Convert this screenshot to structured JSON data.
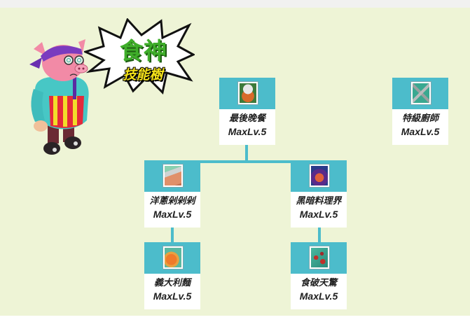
{
  "header": {
    "title_main": "食神",
    "title_sub": "技能樹"
  },
  "colors": {
    "background": "#eef4d6",
    "node_header": "#4cbccb",
    "connector": "#4cbccb",
    "title_green": "#3fae2a",
    "title_yellow": "#f4e21a"
  },
  "skills": [
    {
      "name": "最後晚餐",
      "level": "MaxLv.5",
      "icon": "roast-meal-icon"
    },
    {
      "name": "特級廚師",
      "level": "MaxLv.5",
      "icon": "crossed-utensils-icon"
    },
    {
      "name": "洋蔥剁剁剁",
      "level": "MaxLv.5",
      "icon": "onion-chop-icon"
    },
    {
      "name": "黑暗料理界",
      "level": "MaxLv.5",
      "icon": "dark-cuisine-icon"
    },
    {
      "name": "義大利麵",
      "level": "MaxLv.5",
      "icon": "spaghetti-icon"
    },
    {
      "name": "食破天驚",
      "level": "MaxLv.5",
      "icon": "flying-food-icon"
    }
  ]
}
